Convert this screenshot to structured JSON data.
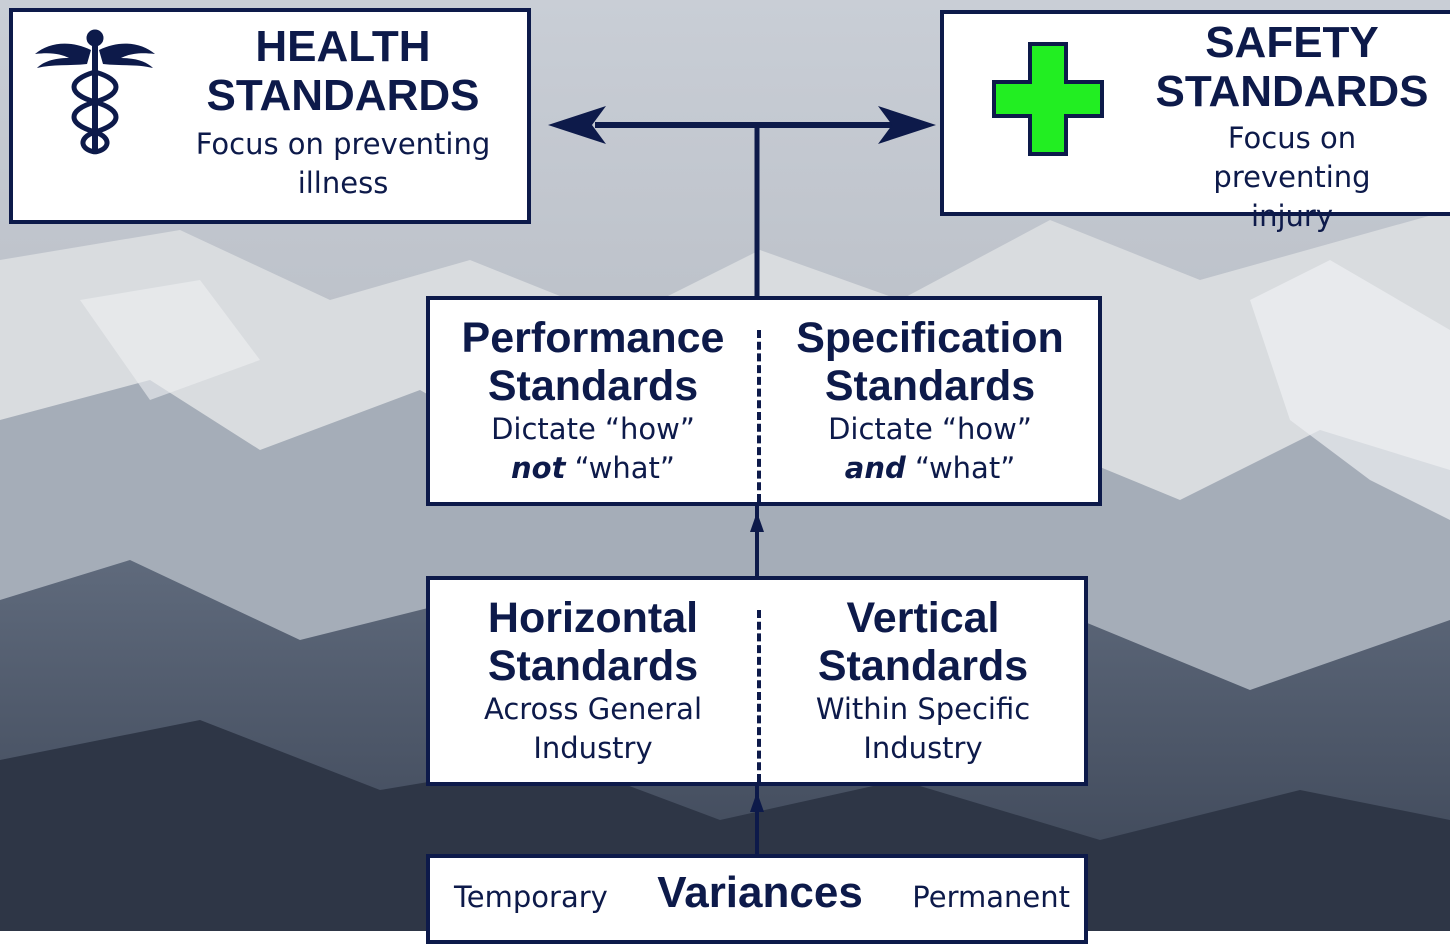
{
  "health": {
    "title_line1": "HEALTH",
    "title_line2": "STANDARDS",
    "desc": "Focus on preventing illness",
    "icon": "caduceus-icon"
  },
  "safety": {
    "title_line1": "SAFETY",
    "title_line2": "STANDARDS",
    "desc": "Focus on preventing injury",
    "icon": "green-cross-icon",
    "icon_color": "#22ee22"
  },
  "performance": {
    "title_line1": "Performance",
    "title_line2": "Standards",
    "desc_line1": "Dictate “how”",
    "desc_emph": "not",
    "desc_rest": " “what”"
  },
  "specification": {
    "title_line1": "Specification",
    "title_line2": "Standards",
    "desc_line1": "Dictate “how”",
    "desc_emph": "and",
    "desc_rest": " “what”"
  },
  "horizontal": {
    "title_line1": "Horizontal",
    "title_line2": "Standards",
    "desc": "Across General Industry"
  },
  "vertical": {
    "title_line1": "Vertical",
    "title_line2": "Standards",
    "desc": "Within Specific Industry"
  },
  "variances": {
    "title": "Variances",
    "left": "Temporary",
    "right": "Permanent"
  },
  "colors": {
    "navy": "#0d1a4a",
    "box_fill": "#ffffff"
  }
}
